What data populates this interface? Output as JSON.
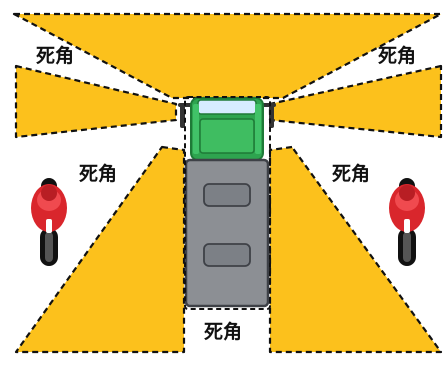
{
  "diagram": {
    "zone_label": "死角",
    "labels": [
      {
        "id": "top-left",
        "text": "死角"
      },
      {
        "id": "top-right",
        "text": "死角"
      },
      {
        "id": "mid-left",
        "text": "死角"
      },
      {
        "id": "mid-right",
        "text": "死角"
      },
      {
        "id": "rear",
        "text": "死角"
      }
    ],
    "colors": {
      "blind_zone": "#fcc11c",
      "cab": "#2ea44f",
      "cargo_bed": "#8c8f94",
      "motorcycle": "#d9262c"
    },
    "icons": [
      "truck-icon",
      "motorcycle-icon"
    ]
  }
}
